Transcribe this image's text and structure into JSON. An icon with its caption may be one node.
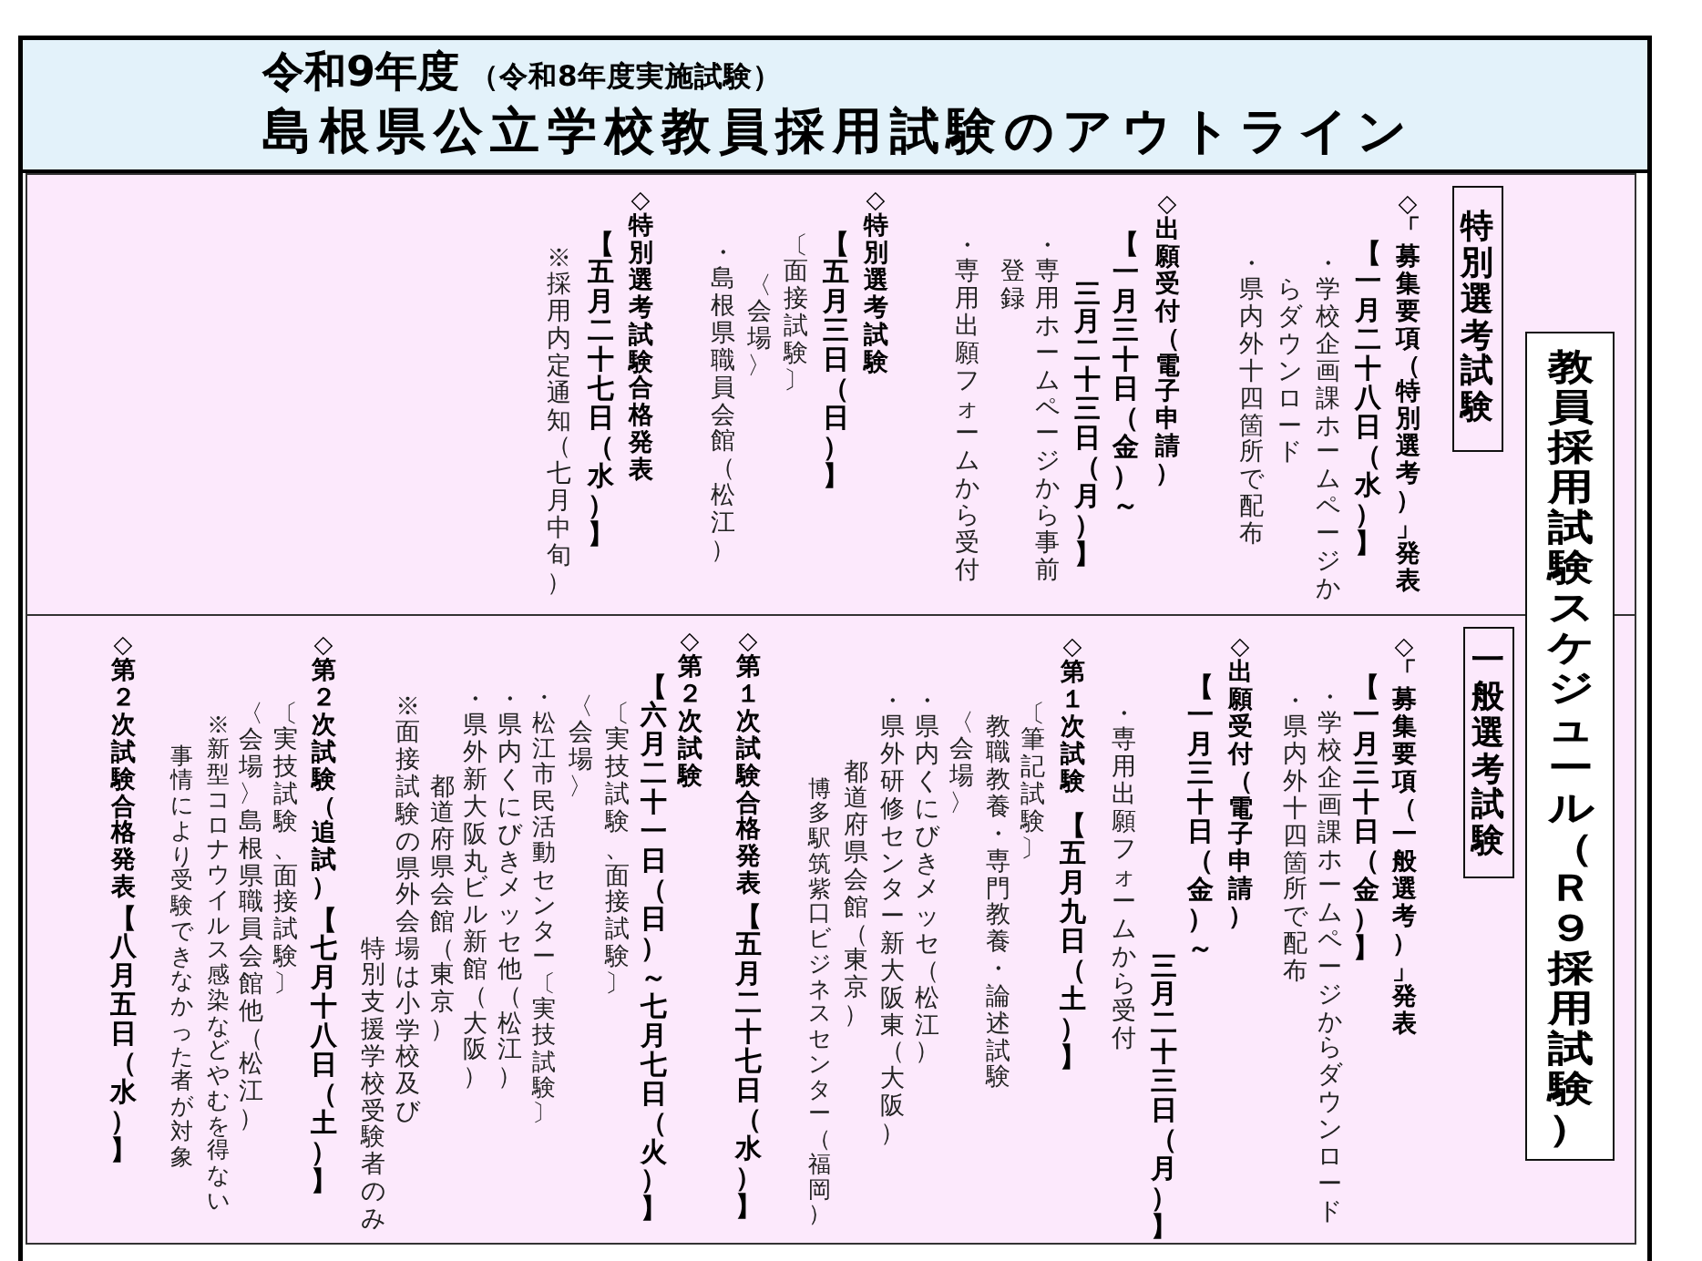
{
  "diagram": {
    "nodes": [
      {
        "text": [
          "令和9年度",
          "（令和8年度実施試験）",
          "島根県公立学校教員採用試験のアウトライン"
        ]
      },
      {
        "text": [
          "教員採用試験スケジュール（Ｒ９採用試験）"
        ]
      },
      {
        "text": [
          "◇「募集要項（特別選考）」発表",
          "【一月二十八日（水）】",
          "・学校企画課ホームページからダウンロード",
          "・県内外十四箇所で配布",
          "◇出願受付（電子申請）",
          "【一月三十日（金）～三月二十三日（月）】",
          "・専用ホームページから事前登録",
          "・専用出願フォームから受付",
          "◇特別選考試験",
          "【五月三日（日）】",
          "〔面接試験〕",
          "〈会場〉",
          "・島根県職員会館（松江）",
          "◇特別選考試験合格発表",
          "【五月二十七日（水）】",
          "※採用内定通知（七月中旬）"
        ]
      },
      {
        "text": [
          "特別選考試験"
        ],
        "in": 2
      },
      {
        "text": [
          "◇「募集要項（一般選考）」発表",
          "【一月三十日（金）】",
          "・学校企画課ホームページからダウンロード",
          "・県内外十四箇所で配布",
          "◇出願受付（電子申請）",
          "【一月三十日（金）～三月二十三日（月）】",
          "・専用出願フォームから受付",
          "◇第１次試験",
          "【五月九日（土）】",
          "〔筆記試験〕",
          "教職教養・専門教養・論述試験",
          "〈会場〉",
          "・県内くにびきメッセ（松江）",
          "・県外研修センター新大阪東（大阪）",
          "都道府県会館（東京）",
          "博多駅筑紫口ビジネスセンター（福岡）",
          "◇第１次試験合格発表",
          "【五月二十七日（水）】",
          "◇第２次試験",
          "【六月二十一日（日）～七月七日（火）】",
          "〔実技試験、面接試験〕",
          "〈会場〉",
          "・松江市民活動センター〔実技試験〕",
          "・県内くにびきメッセ他（松江）",
          "・県外新大阪丸ビル新館（大阪）",
          "都道府県会館（東京）",
          "※面接試験の県外会場は小学校及び特別支援学校受験者のみ",
          "◇第２次試験（追試）",
          "【七月十八日（土）】",
          "〔実技試験、面接試験〕",
          "〈会場〉島根県職員会館他（松江）",
          "※新型コロナウイルス感染などやむを得ない事情により受験できなかった者が対象",
          "◇第２次試験合格発表",
          "【八月五日（水）】"
        ]
      },
      {
        "text": [
          "一般選考試験"
        ],
        "in": 4
      }
    ]
  }
}
